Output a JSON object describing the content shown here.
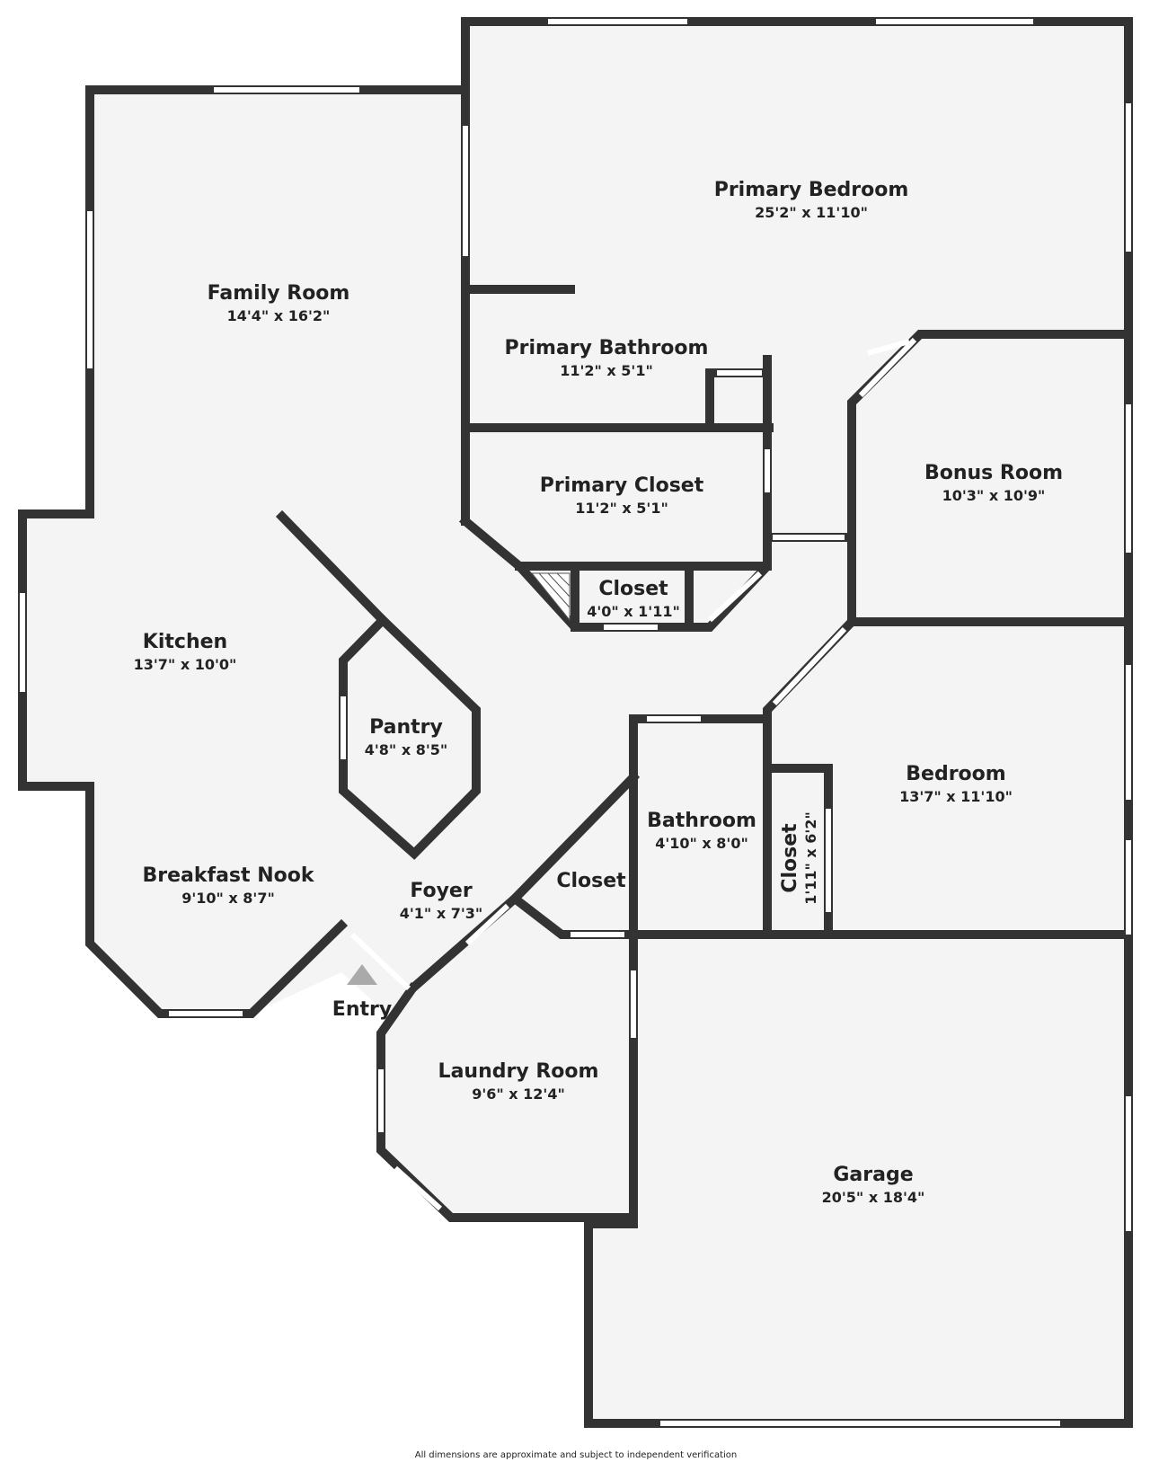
{
  "rooms": {
    "primary_bedroom": {
      "name": "Primary Bedroom",
      "dims": "25'2\" x 11'10\""
    },
    "family_room": {
      "name": "Family Room",
      "dims": "14'4\" x 16'2\""
    },
    "primary_bathroom": {
      "name": "Primary Bathroom",
      "dims": "11'2\" x 5'1\""
    },
    "primary_closet": {
      "name": "Primary Closet",
      "dims": "11'2\" x 5'1\""
    },
    "bonus_room": {
      "name": "Bonus Room",
      "dims": "10'3\" x 10'9\""
    },
    "closet_small": {
      "name": "Closet",
      "dims": "4'0\" x 1'11\""
    },
    "kitchen": {
      "name": "Kitchen",
      "dims": "13'7\" x 10'0\""
    },
    "pantry": {
      "name": "Pantry",
      "dims": "4'8\" x 8'5\""
    },
    "bedroom": {
      "name": "Bedroom",
      "dims": "13'7\" x 11'10\""
    },
    "bathroom": {
      "name": "Bathroom",
      "dims": "4'10\" x 8'0\""
    },
    "closet_bedroom": {
      "name": "Closet",
      "dims": "1'11\" x 6'2\""
    },
    "closet_foyer": {
      "name": "Closet"
    },
    "breakfast_nook": {
      "name": "Breakfast Nook",
      "dims": "9'10\" x 8'7\""
    },
    "foyer": {
      "name": "Foyer",
      "dims": "4'1\" x 7'3\""
    },
    "laundry_room": {
      "name": "Laundry Room",
      "dims": "9'6\" x 12'4\""
    },
    "garage": {
      "name": "Garage",
      "dims": "20'5\" x 18'4\""
    }
  },
  "entry_label": "Entry",
  "footer_note": "All dimensions are approximate and subject to independent verification"
}
